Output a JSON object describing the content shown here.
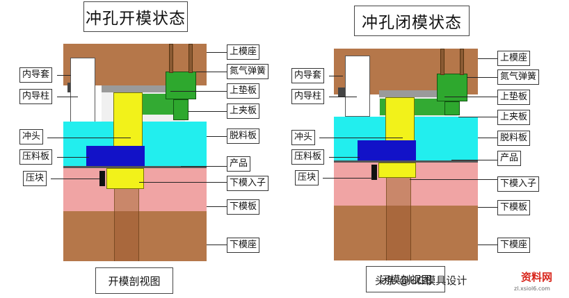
{
  "left": {
    "title": "冲孔开模状态",
    "caption": "开模剖视图",
    "labels_right": {
      "upper_mold_base": "上模座",
      "nitrogen_spring": "氮气弹簧",
      "upper_backing_plate": "上垫板",
      "upper_clamp_plate": "上夹板",
      "stripper_plate": "脱料板",
      "product": "产品",
      "lower_die_insert": "下模入子",
      "lower_die_plate": "下模板",
      "lower_mold_base": "下模座"
    },
    "labels_left": {
      "inner_guide_bush": "内导套",
      "inner_guide_post": "内导柱",
      "punch": "冲头",
      "pressure_plate": "压料板",
      "press_block": "压块"
    }
  },
  "right": {
    "title": "冲孔闭模状态",
    "caption": "闭模剖视图",
    "labels_right": {
      "upper_mold_base": "上模座",
      "nitrogen_spring": "氮气弹簧",
      "upper_backing_plate": "上垫板",
      "upper_clamp_plate": "上夹板",
      "stripper_plate": "脱料板",
      "product": "产品",
      "lower_die_insert": "下模入子",
      "lower_die_plate": "下模板",
      "lower_mold_base": "下模座"
    },
    "labels_left": {
      "inner_guide_bush": "内导套",
      "inner_guide_post": "内导柱",
      "punch": "冲头",
      "pressure_plate": "压料板",
      "press_block": "压块"
    }
  },
  "watermark": "头条 @UG模具设计",
  "logo": "资料网",
  "logo_url": "zl.xsiol6.com",
  "colors": {
    "mold_base": "#b5774a",
    "stripper": "#22eeee",
    "lower_plate": "#f0a4a4",
    "punch": "#f2f21a",
    "pressure_plate": "#1212c8",
    "spring": "#2ea82e",
    "guide": "#ffffff",
    "backing": "#9a9a9a"
  }
}
